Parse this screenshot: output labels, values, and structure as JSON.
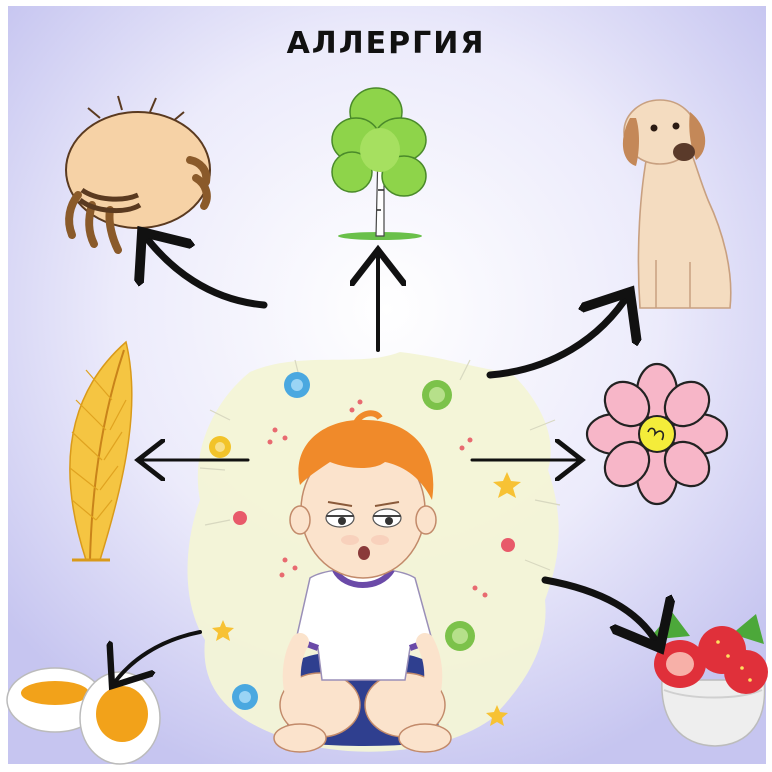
{
  "title": "АЛЛЕРГИЯ",
  "colors": {
    "background_edge": "#c9c9f2",
    "background_center": "#ffffff",
    "arrow": "#111111",
    "splash": "#f2f3d8",
    "hair": "#f08a2a",
    "skin": "#fbe3cc",
    "shirt": "#ffffff",
    "shirt_trim": "#6b4aa8",
    "shorts": "#2f3f8f",
    "tree_leaves": "#8ed44a",
    "feather": "#f5c542",
    "flower": "#f7b6c8",
    "dog": "#f4dcc0",
    "mite": "#f6d2a6",
    "strawberry": "#e0303a",
    "egg_yolk": "#f2a21a"
  },
  "allergens": [
    {
      "id": "dust-mite",
      "icon": "dust-mite-icon"
    },
    {
      "id": "birch-tree",
      "icon": "birch-tree-icon"
    },
    {
      "id": "dog",
      "icon": "dog-icon"
    },
    {
      "id": "feather",
      "icon": "feather-icon"
    },
    {
      "id": "flower",
      "icon": "flower-icon"
    },
    {
      "id": "egg",
      "icon": "egg-icon"
    },
    {
      "id": "strawberry",
      "icon": "strawberry-icon"
    }
  ],
  "center": {
    "icon": "sick-baby-icon"
  }
}
